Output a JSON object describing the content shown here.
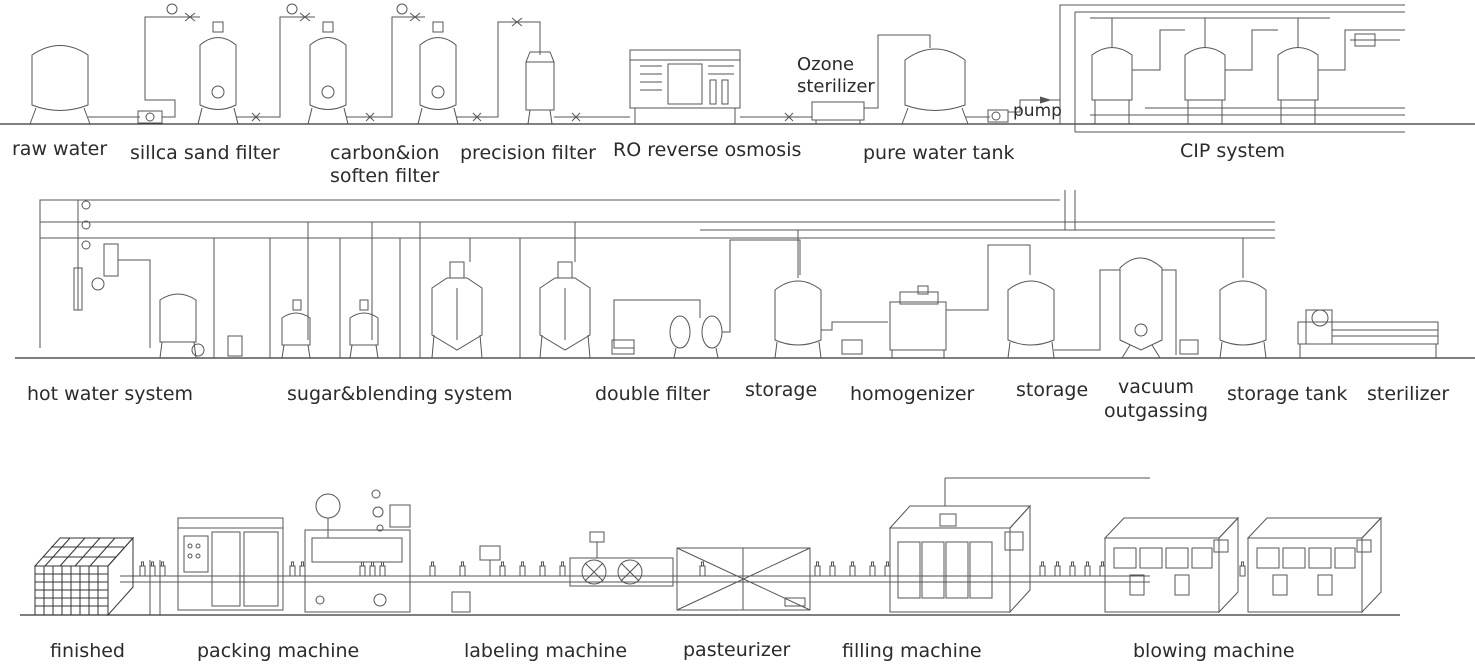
{
  "row1": {
    "labels": {
      "raw_water": "raw water",
      "silica_sand_filter": "sillca sand filter",
      "carbon_ion_1": "carbon&ion",
      "carbon_ion_2": "soften filter",
      "precision_filter": "precision filter",
      "ro": "RO reverse osmosis",
      "pure_water_tank": "pure water tank",
      "cip": "CIP system",
      "ozone_1": "Ozone",
      "ozone_2": "sterilizer",
      "pump": "pump"
    }
  },
  "row2": {
    "labels": {
      "hot_water": "hot water system",
      "sugar_blending": "sugar&blending system",
      "double_filter": "double filter",
      "storage_1": "storage",
      "homogenizer": "homogenizer",
      "storage_2": "storage",
      "vacuum_1": "vacuum",
      "vacuum_2": "outgassing",
      "storage_tank": "storage tank",
      "sterilizer": "sterilizer"
    }
  },
  "row3": {
    "labels": {
      "finished": "finished",
      "packing": "packing machine",
      "labeling": "labeling machine",
      "pasteurizer": "pasteurizer",
      "filling": "filling machine",
      "blowing": "blowing machine"
    }
  }
}
